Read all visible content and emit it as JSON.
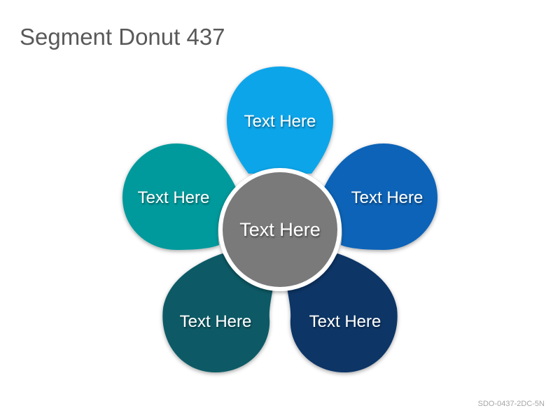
{
  "title": "Segment Donut 437",
  "footer_code": "SDO-0437-2DC-5N",
  "center": {
    "label": "Text Here",
    "color": "#7a7a7a"
  },
  "segments": [
    {
      "label": "Text Here",
      "color": "#0ea5e9"
    },
    {
      "label": "Text Here",
      "color": "#0b63b7"
    },
    {
      "label": "Text Here",
      "color": "#0b3566"
    },
    {
      "label": "Text Here",
      "color": "#0a5a66"
    },
    {
      "label": "Text Here",
      "color": "#069a9c"
    }
  ]
}
